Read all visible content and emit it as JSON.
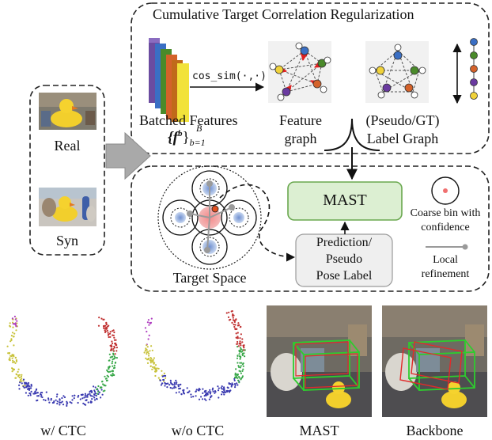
{
  "ctc": {
    "title": "Cumulative Target Correlation Regularization",
    "batched_features": "Batched Features",
    "batched_formula_main": "{f",
    "batched_formula_sup": "b",
    "batched_formula_close": "}",
    "batched_formula_sub": "b=1",
    "batched_formula_B": "B",
    "cos_sim": "cos_sim(·,·)",
    "feature_graph_line1": "Feature",
    "feature_graph_line2": "graph",
    "label_graph_line1": "(Pseudo/GT)",
    "label_graph_line2": "Label Graph"
  },
  "domains": {
    "real": "Real",
    "syn": "Syn"
  },
  "pipeline": {
    "mast": "MAST",
    "prediction_line1": "Prediction/",
    "prediction_line2": "Pseudo",
    "prediction_line3": "Pose Label",
    "target_space": "Target Space"
  },
  "legend": {
    "coarse_line1": "Coarse bin with",
    "coarse_line2": "confidence",
    "local_line1": "Local",
    "local_line2": "refinement"
  },
  "bottom": {
    "w_ctc": "w/ CTC",
    "wo_ctc": "w/o CTC",
    "mast": "MAST",
    "backbone": "Backbone"
  },
  "colors": {
    "blue": "#3a6fc4",
    "green": "#4a8a2a",
    "orange": "#d4622a",
    "purple": "#6a3aa0",
    "yellow": "#f0d23a",
    "mast_fill": "#dcefd2",
    "mast_stroke": "#6aa84f",
    "pred_fill": "#efefef"
  }
}
